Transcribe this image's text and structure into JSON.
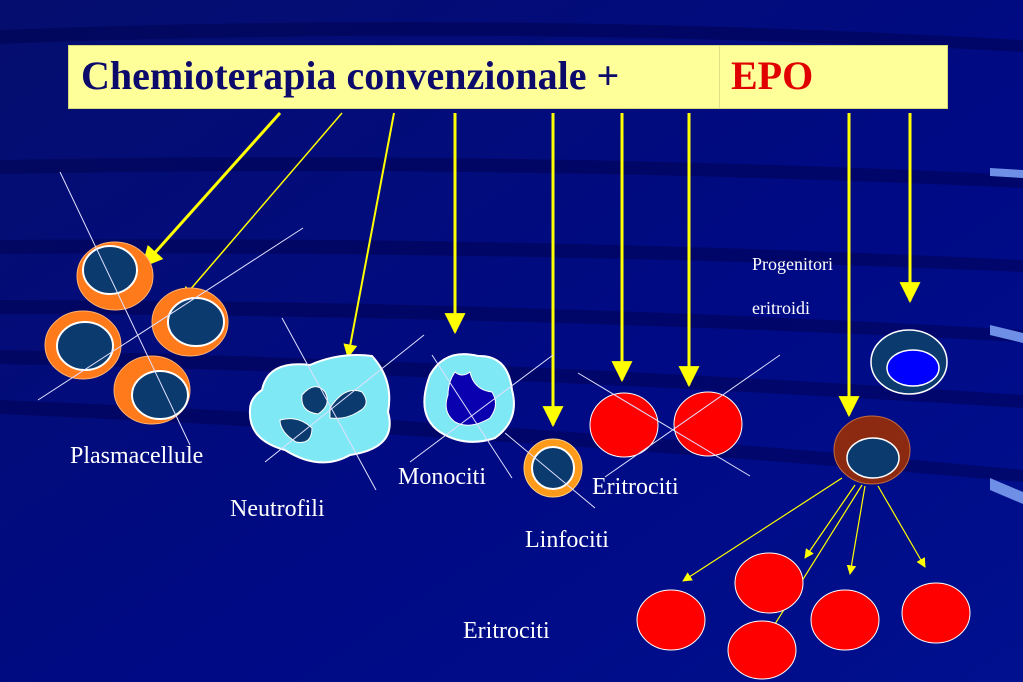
{
  "title": {
    "main": "Chemioterapia convenzionale +",
    "highlight": "EPO"
  },
  "labels": {
    "plasmacells": "Plasmacellule",
    "neutrophils": "Neutrofili",
    "monocytes": "Monociti",
    "lymphocytes": "Linfociti",
    "erythrocytes_top": "Eritrociti",
    "erythrocytes_bottom": "Eritrociti",
    "progenitors_line1": "Progenitori",
    "progenitors_line2": "eritroidi"
  },
  "colors": {
    "background": "#000a78",
    "title_background": "#ffff99",
    "title_text": "#0c0a6a",
    "highlight_text": "#e00000",
    "arrow": "#ffff00",
    "cross_line": "#e0e0ff",
    "plasma_ring": "#ff7a1a",
    "nucleus": "#0b3a6e",
    "neutrophil": "#7fe8f5",
    "erythrocyte": "#ff0000",
    "progenitor_ring": "#8b2a10"
  }
}
